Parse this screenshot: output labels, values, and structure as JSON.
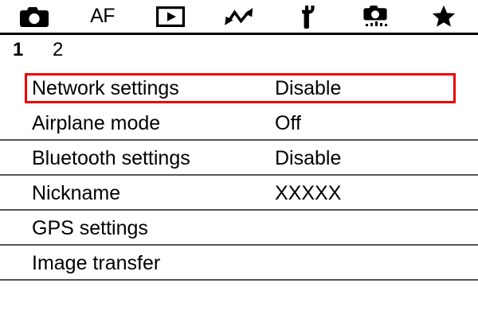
{
  "screen": {
    "device": "camera-menu",
    "accent_color": "#ee0000",
    "separator_color": "#555555",
    "background_color": "#ffffff",
    "text_color": "#000000"
  },
  "icon_bar": {
    "tabs": [
      {
        "icon": "camera-icon",
        "label": "",
        "selected": false
      },
      {
        "icon": "af-icon",
        "label": "AF",
        "selected": false
      },
      {
        "icon": "playback-icon",
        "label": "",
        "selected": false
      },
      {
        "icon": "network-transfer-icon",
        "label": "",
        "selected": true
      },
      {
        "icon": "wrench-icon",
        "label": "",
        "selected": false
      },
      {
        "icon": "custom-functions-icon",
        "label": "",
        "selected": false
      },
      {
        "icon": "star-icon",
        "label": "",
        "selected": false
      }
    ]
  },
  "page_tabs": [
    {
      "label": "1",
      "active": true
    },
    {
      "label": "2",
      "active": false
    }
  ],
  "menu": {
    "rows": [
      {
        "label": "Network settings",
        "value": "Disable",
        "selected": true
      },
      {
        "label": "Airplane mode",
        "value": "Off",
        "selected": false
      },
      {
        "label": "Bluetooth settings",
        "value": "Disable",
        "selected": false
      },
      {
        "label": "Nickname",
        "value": "XXXXX",
        "selected": false
      },
      {
        "label": "GPS settings",
        "value": "",
        "selected": false
      },
      {
        "label": "Image transfer",
        "value": "",
        "selected": false
      }
    ]
  }
}
